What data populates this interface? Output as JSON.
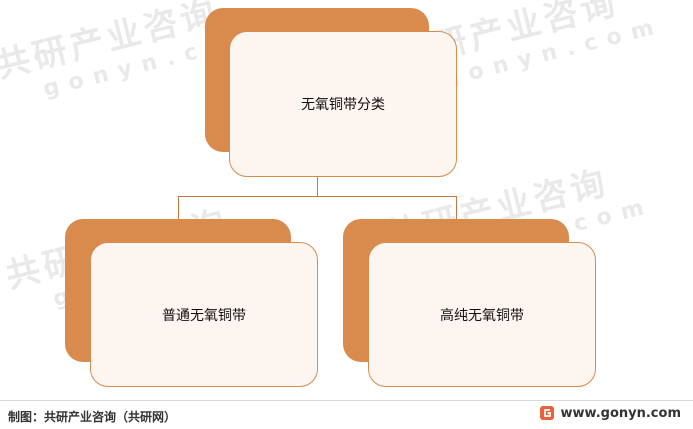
{
  "diagram": {
    "root": {
      "label": "无氧铜带分类"
    },
    "children": [
      {
        "label": "普通无氧铜带"
      },
      {
        "label": "高纯无氧铜带"
      }
    ]
  },
  "footer": {
    "source": "制图：共研产业咨询（共研网）",
    "website": "www.gonyn.com"
  },
  "watermark": {
    "brand": "共研产业咨询",
    "site": "gonyn.com"
  },
  "colors": {
    "accent": "#d98b4e",
    "node_fill": "#fdf5ef"
  }
}
